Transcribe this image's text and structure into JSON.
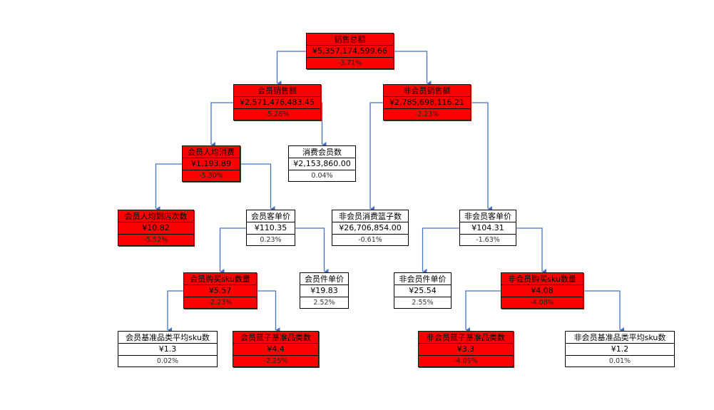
{
  "colors": {
    "highlight": "#ff0000",
    "connector": "#4472c4",
    "normal": "#ffffff"
  },
  "nodes": [
    {
      "id": "total_sales",
      "title": "销售总额",
      "value": "¥5,357,174,599.66",
      "pct": "-3.71%",
      "highlight": true
    },
    {
      "id": "member_sales",
      "title": "会员销售额",
      "value": "¥2,571,476,483.45",
      "pct": "-5.26%",
      "highlight": true
    },
    {
      "id": "nonmember_sales",
      "title": "非会员销售额",
      "value": "¥2,785,698,116.21",
      "pct": "-2.23%",
      "highlight": true
    },
    {
      "id": "member_avg_spend",
      "title": "会员人均消费",
      "value": "¥1,193.89",
      "pct": "-5.30%",
      "highlight": true
    },
    {
      "id": "member_count",
      "title": "消费会员数",
      "value": "¥2,153,860.00",
      "pct": "0.04%",
      "highlight": false
    },
    {
      "id": "member_visits",
      "title": "会员人均到店次数",
      "value": "¥10.82",
      "pct": "-5.52%",
      "highlight": true
    },
    {
      "id": "member_ticket",
      "title": "会员客单价",
      "value": "¥110.35",
      "pct": "0.23%",
      "highlight": false
    },
    {
      "id": "nonmember_baskets",
      "title": "非会员消费篮子数",
      "value": "¥26,706,854.00",
      "pct": "-0.61%",
      "highlight": false
    },
    {
      "id": "nonmember_ticket",
      "title": "非会员客单价",
      "value": "¥104.31",
      "pct": "-1.63%",
      "highlight": false
    },
    {
      "id": "member_sku_qty",
      "title": "会员购买sku数量",
      "value": "¥5.57",
      "pct": "-2.23%",
      "highlight": true
    },
    {
      "id": "member_unit_price",
      "title": "会员件单价",
      "value": "¥19.83",
      "pct": "2.52%",
      "highlight": false
    },
    {
      "id": "nonmember_unit_price",
      "title": "非会员件单价",
      "value": "¥25.54",
      "pct": "2.55%",
      "highlight": false
    },
    {
      "id": "nonmember_sku_qty",
      "title": "非会员购买sku数量",
      "value": "¥4.08",
      "pct": "-4.08%",
      "highlight": true
    },
    {
      "id": "member_avg_sku",
      "title": "会员基准品类平均sku数",
      "value": "¥1.3",
      "pct": "0.02%",
      "highlight": false
    },
    {
      "id": "member_basket_cats",
      "title": "会员篮子基准品类数",
      "value": "¥4.4",
      "pct": "-2.25%",
      "highlight": true
    },
    {
      "id": "nonmember_basket_cats",
      "title": "非会员篮子基准品类数",
      "value": "¥3.3",
      "pct": "-4.09%",
      "highlight": true
    },
    {
      "id": "nonmember_avg_sku",
      "title": "非会员基准品类平均sku数",
      "value": "¥1.2",
      "pct": "0.01%",
      "highlight": false
    }
  ],
  "edges": [
    [
      "total_sales",
      "member_sales"
    ],
    [
      "total_sales",
      "nonmember_sales"
    ],
    [
      "member_sales",
      "member_avg_spend"
    ],
    [
      "member_sales",
      "member_count"
    ],
    [
      "nonmember_sales",
      "nonmember_baskets"
    ],
    [
      "nonmember_sales",
      "nonmember_ticket"
    ],
    [
      "member_avg_spend",
      "member_visits"
    ],
    [
      "member_avg_spend",
      "member_ticket"
    ],
    [
      "member_ticket",
      "member_sku_qty"
    ],
    [
      "member_ticket",
      "member_unit_price"
    ],
    [
      "nonmember_ticket",
      "nonmember_unit_price"
    ],
    [
      "nonmember_ticket",
      "nonmember_sku_qty"
    ],
    [
      "member_sku_qty",
      "member_avg_sku"
    ],
    [
      "member_sku_qty",
      "member_basket_cats"
    ],
    [
      "nonmember_sku_qty",
      "nonmember_basket_cats"
    ],
    [
      "nonmember_sku_qty",
      "nonmember_avg_sku"
    ]
  ]
}
